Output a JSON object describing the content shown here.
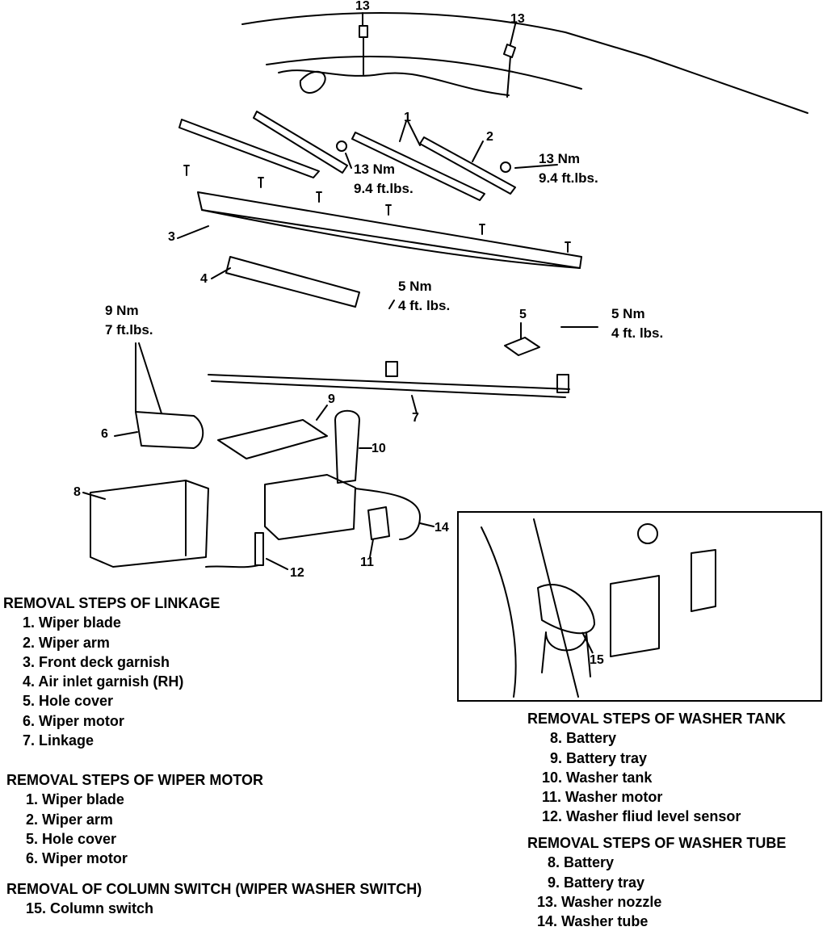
{
  "callouts": [
    "13",
    "13",
    "1",
    "2",
    "3",
    "4",
    "5",
    "6",
    "7",
    "8",
    "9",
    "10",
    "11",
    "12",
    "14",
    "15"
  ],
  "torques": {
    "t1": "13 Nm\n9.4 ft.lbs.",
    "t2": "13 Nm\n9.4 ft.lbs.",
    "t3": "5 Nm\n4 ft. lbs.",
    "t4": "9 Nm\n7 ft.lbs.",
    "t5": "5 Nm\n4 ft. lbs."
  },
  "lists": {
    "linkage": {
      "heading": "REMOVAL STEPS OF LINKAGE",
      "items": [
        "1. Wiper blade",
        "2. Wiper arm",
        "3. Front deck garnish",
        "4. Air inlet garnish (RH)",
        "5. Hole cover",
        "6. Wiper motor",
        "7. Linkage"
      ]
    },
    "wiper_motor": {
      "heading": "REMOVAL STEPS OF WIPER MOTOR",
      "items": [
        "1. Wiper blade",
        "2. Wiper arm",
        "5. Hole cover",
        "6. Wiper motor"
      ]
    },
    "column_switch": {
      "heading": "REMOVAL OF COLUMN SWITCH (WIPER WASHER SWITCH)",
      "items": [
        "15. Column switch"
      ]
    },
    "washer_tank": {
      "heading": "REMOVAL STEPS OF WASHER TANK",
      "items": [
        "8. Battery",
        "9. Battery tray",
        "10. Washer tank",
        "11. Washer motor",
        "12. Washer fliud level sensor"
      ]
    },
    "washer_tube": {
      "heading": "REMOVAL STEPS OF WASHER TUBE",
      "items": [
        "8. Battery",
        "9. Battery tray",
        "13. Washer nozzle",
        "14. Washer tube"
      ]
    }
  }
}
